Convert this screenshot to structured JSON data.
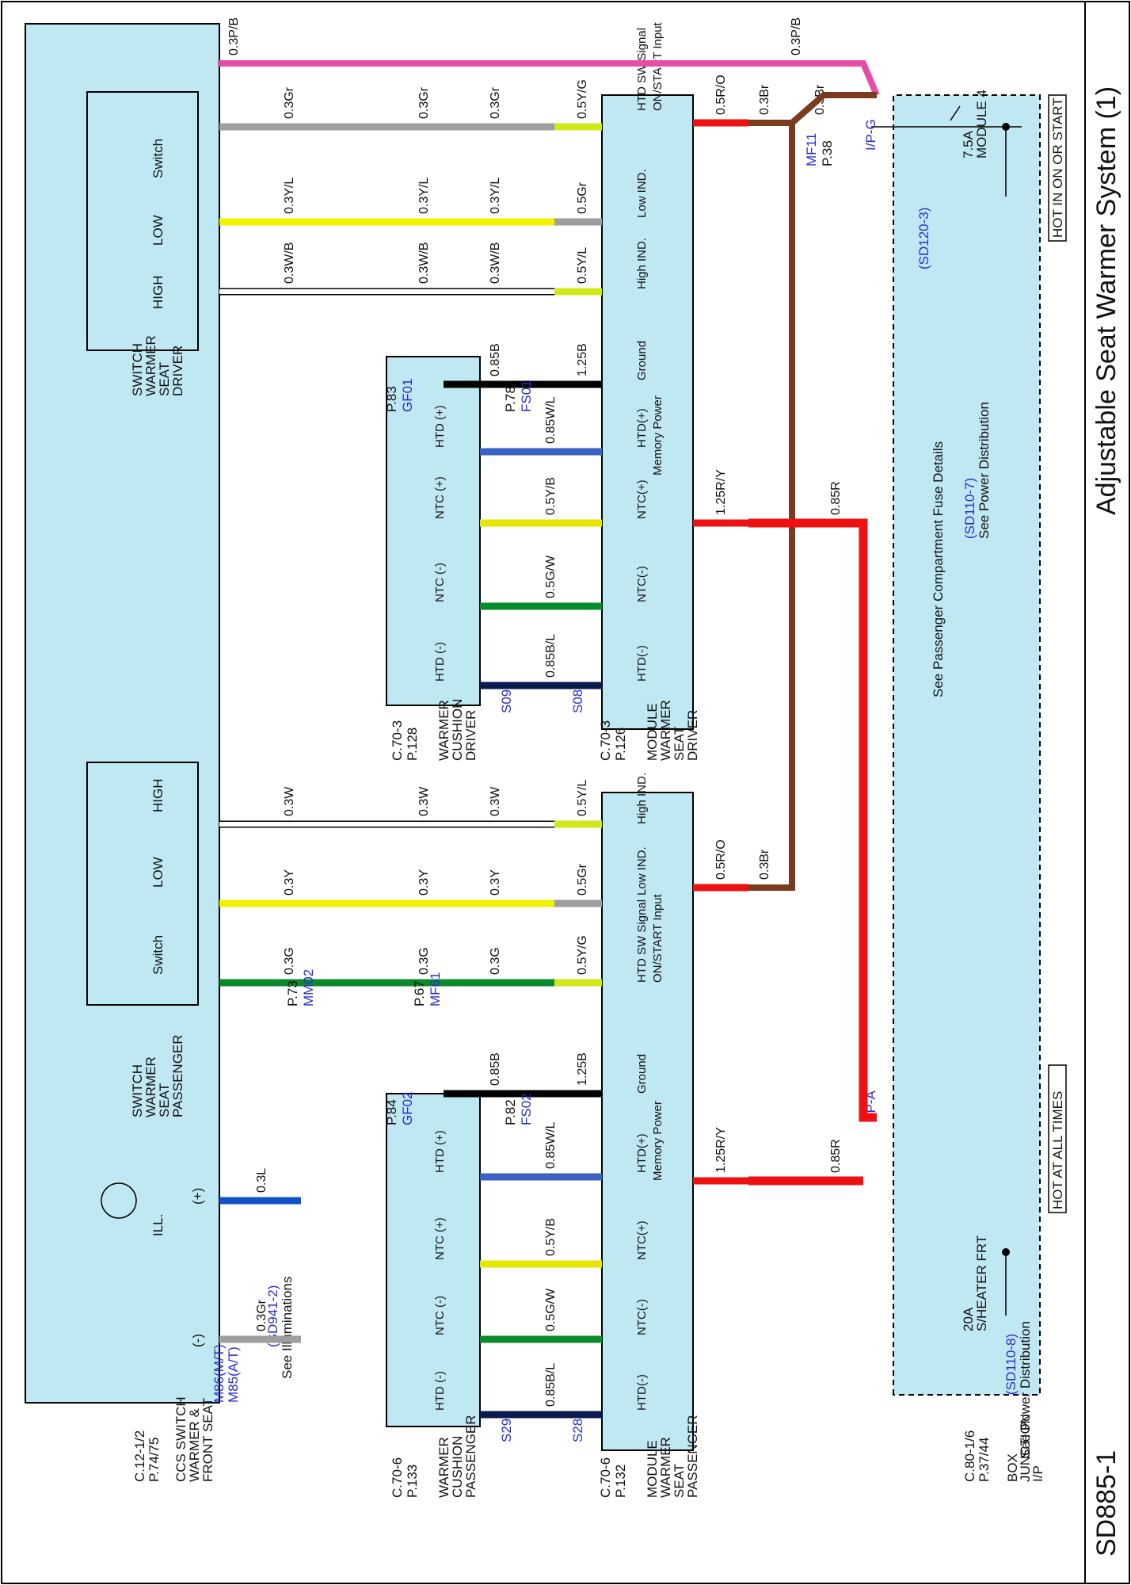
{
  "header": {
    "title": "Adjustable Seat Warmer System (1)",
    "page_code": "SD885-1"
  },
  "junction_box": {
    "hot_run": "HOT IN ON OR START",
    "hot_all": "HOT AT ALL TIMES",
    "fuse1_name": "MODULE 4",
    "fuse1_rating": "7.5A",
    "fuse2_name": "S/HEATER FRT",
    "fuse2_rating": "20A",
    "see1": "See Power Distribution",
    "see1_ref": "(SD110-7)",
    "see2": "See Passenger Compartment Fuse Details",
    "see2_ref": "(SD120-3)",
    "see3": "See Power Distribution",
    "see3_ref": "(SD110-8)",
    "conn_g": "I/P-G",
    "conn_a": "I/P-A",
    "name_line1": "I/P",
    "name_line2": "JUNCTION",
    "name_line3": "BOX",
    "ref_p": "P.37/44",
    "ref_c": "C.80-1/6"
  },
  "driver_module": {
    "pins": [
      "ON/START Input",
      "HTD SW Signal",
      "Low IND.",
      "High IND.",
      "Ground",
      "Memory Power",
      "HTD(+)",
      "NTC(+)",
      "NTC(-)",
      "HTD(-)"
    ],
    "name_line1": "DRIVER",
    "name_line2": "SEAT",
    "name_line3": "WARMER",
    "name_line4": "MODULE",
    "ref_p": "P.126",
    "ref_c": "C.70-3"
  },
  "passenger_module": {
    "pins": [
      "High IND.",
      "Low IND.",
      "ON/START Input",
      "HTD SW Signal",
      "Ground",
      "Memory Power",
      "HTD(+)",
      "NTC(+)",
      "NTC(-)",
      "HTD(-)"
    ],
    "name_line1": "PASSENGER",
    "name_line2": "SEAT",
    "name_line3": "WARMER",
    "name_line4": "MODULE",
    "ref_p": "P.132",
    "ref_c": "C.70-6"
  },
  "driver_cushion": {
    "pins": [
      "HTD (+)",
      "NTC (+)",
      "NTC (-)",
      "HTD (-)"
    ],
    "name_line1": "DRIVER",
    "name_line2": "CUSHION",
    "name_line3": "WARMER",
    "ref_p": "P.128",
    "ref_c": "C.70-3"
  },
  "passenger_cushion": {
    "pins": [
      "HTD (+)",
      "NTC (+)",
      "NTC (-)",
      "HTD (-)"
    ],
    "name_line1": "PASSENGER",
    "name_line2": "CUSHION",
    "name_line3": "WARMER",
    "ref_p": "P.133",
    "ref_c": "C.70-6"
  },
  "switch_unit": {
    "driver_switch": {
      "labels": [
        "Switch",
        "LOW",
        "HIGH"
      ],
      "name_line1": "DRIVER",
      "name_line2": "SEAT",
      "name_line3": "WARMER",
      "name_line4": "SWITCH"
    },
    "passenger_switch": {
      "labels": [
        "HIGH",
        "LOW",
        "Switch"
      ],
      "name_line1": "PASSENGER",
      "name_line2": "SEAT",
      "name_line3": "WARMER",
      "name_line4": "SWITCH"
    },
    "ill_label": "ILL.",
    "ill_plus": "(+)",
    "ill_minus": "(-)",
    "see_ill": "See Illuminations",
    "see_ill_ref": "(SD941-2)",
    "conn_m85": "M85(A/T)",
    "conn_m86": "M86(M/T)",
    "name_line1": "FRONT SEAT",
    "name_line2": "WARMER &",
    "name_line3": "CCS SWITCH",
    "ref_p": "P.74/75",
    "ref_c": "C.12-1/2"
  },
  "wire_labels": {
    "top": "0.3P/B",
    "top_left": "0.3P/B",
    "d_sw": [
      "0.3Gr",
      "0.3Gr",
      "0.3Gr",
      "0.5Y/G"
    ],
    "d_low": [
      "0.3Y/L",
      "0.3Y/L",
      "0.3Y/L",
      "0.5Gr"
    ],
    "d_high": [
      "0.3W/B",
      "0.3W/B",
      "0.3W/B",
      "0.5Y/L"
    ],
    "d_gnd": [
      "0.85B",
      "1.25B"
    ],
    "d_htdp": "0.85W/L",
    "d_ntcp": "0.5Y/B",
    "d_ntcm": "0.5G/W",
    "d_htdm": "0.85B/L",
    "d_on": "0.5R/O",
    "d_on_br": "0.3Br",
    "d_on_br2": "0.3Br",
    "d_mem": "1.25R/Y",
    "d_mem_r": "0.85R",
    "p_high": [
      "0.3W",
      "0.3W",
      "0.3W",
      "0.5Y/L"
    ],
    "p_low": [
      "0.3Y",
      "0.3Y",
      "0.3Y",
      "0.5Gr"
    ],
    "p_sw": [
      "0.3G",
      "0.3G",
      "0.3G",
      "0.5Y/G"
    ],
    "p_on": "0.5R/O",
    "p_on_br": "0.3Br",
    "p_gnd": [
      "0.85B",
      "1.25B"
    ],
    "p_mem": "1.25R/Y",
    "p_mem_r": "0.85R",
    "p_htdp": "0.85W/L",
    "p_ntcp": "0.5Y/B",
    "p_ntcm": "0.5G/W",
    "p_htdm": "0.85B/L",
    "ill_p": "0.3L",
    "ill_m": "0.3Gr"
  },
  "connectors": {
    "mf11": "MF11",
    "mf11_ref": "P.38",
    "fs01": "FS01",
    "fs01_ref": "P.78",
    "gf01": "GF01",
    "gf01_ref": "P.83",
    "gf02": "GF02",
    "gf02_ref": "P.84",
    "fs02": "FS02",
    "fs02_ref": "P.82",
    "mf61": "MF61",
    "mf61_ref": "P.67",
    "mm02": "MM02",
    "mm02_ref": "P.73",
    "s08": "S08",
    "s09": "S09",
    "s28": "S28",
    "s29": "S29"
  },
  "colors": {
    "panel": "#bfe8f2",
    "pink": "#e64ea6",
    "gray": "#9e9e9e",
    "yellow": "#f2f200",
    "yellow_green": "#cfe81b",
    "brown": "#7a3b1e",
    "red": "#ee1111",
    "green": "#0b8a2c",
    "blue": "#1450c8",
    "navy": "#0d1a4d",
    "black": "#000000",
    "label_blue": "#2b2bd0"
  }
}
